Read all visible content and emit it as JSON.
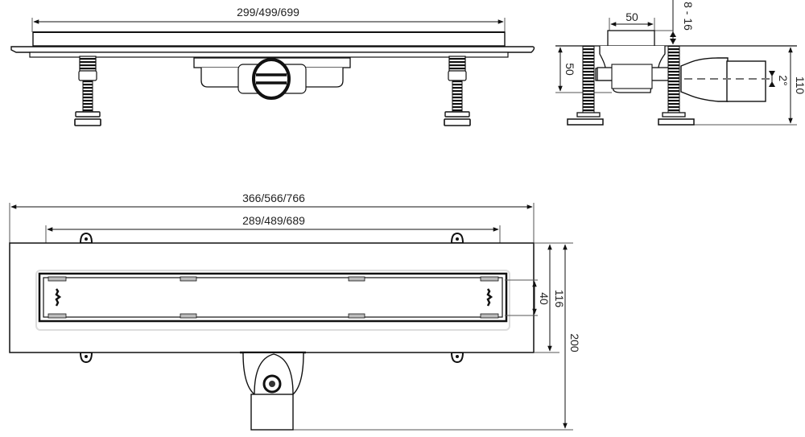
{
  "diagram": {
    "subject": "Linear shower drain technical drawing",
    "colors": {
      "line": "#111111",
      "dim_line": "#333333",
      "background": "#ffffff",
      "fill_light": "#f4f4f4"
    },
    "views": {
      "front": {
        "label": "front-elevation",
        "dimensions": {
          "grate_length": "299/499/699"
        }
      },
      "side": {
        "label": "side-section",
        "dimensions": {
          "outlet_width": "50",
          "adjust_range": "8 - 16",
          "body_height": "50",
          "total_height": "110",
          "slope": "2°"
        }
      },
      "top": {
        "label": "top-plan",
        "dimensions": {
          "flange_length": "366/566/766",
          "channel_length": "289/489/689",
          "slot_width": "40",
          "channel_width": "116",
          "total_depth": "200"
        }
      }
    }
  }
}
